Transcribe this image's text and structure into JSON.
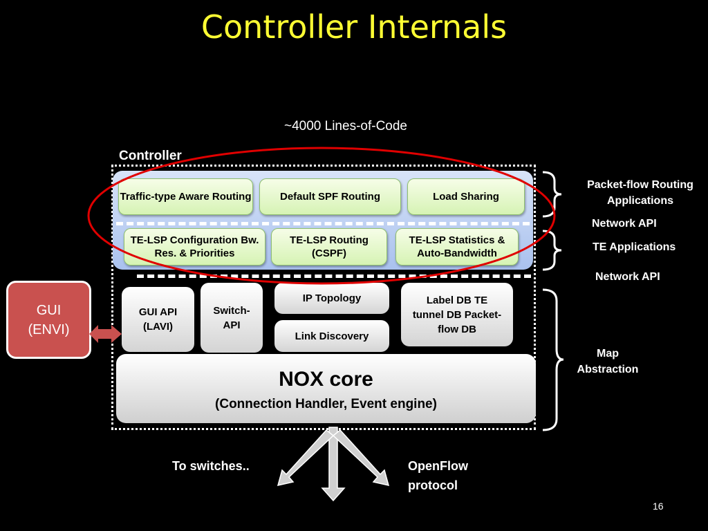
{
  "title": "Controller Internals",
  "lines_of_code": "~4000 Lines-of-Code",
  "controller_label": "Controller",
  "apps": {
    "row1": [
      "Traffic-type Aware Routing",
      "Default SPF Routing",
      "Load Sharing"
    ],
    "row2": [
      "TE-LSP Configuration Bw. Res. & Priorities",
      "TE-LSP Routing (CSPF)",
      "TE-LSP Statistics & Auto-Bandwidth"
    ]
  },
  "map_layer": {
    "gui_api": "GUI API (LAVI)",
    "switch_api": "Switch- API",
    "ip_topology": "IP Topology",
    "link_discovery": "Link Discovery",
    "dbs": "Label DB TE tunnel DB Packet-flow DB"
  },
  "nox_core": {
    "title": "NOX core",
    "subtitle": "(Connection Handler, Event engine)"
  },
  "gui": "GUI (ENVI)",
  "right_labels": {
    "packet_flow": "Packet-flow Routing Applications",
    "network_api_1": "Network API",
    "te_apps": "TE Applications",
    "network_api_2": "Network API",
    "map_abstraction": "Map Abstraction"
  },
  "bottom": {
    "to_switches": "To switches..",
    "openflow": "OpenFlow protocol"
  },
  "page_number": "16",
  "colors": {
    "title": "#ffff33",
    "highlight_ellipse": "#e00000",
    "gui_box": "#c9514f",
    "apps_panel": "#b8cdf2",
    "app_buttons": "#d6f3b4"
  }
}
